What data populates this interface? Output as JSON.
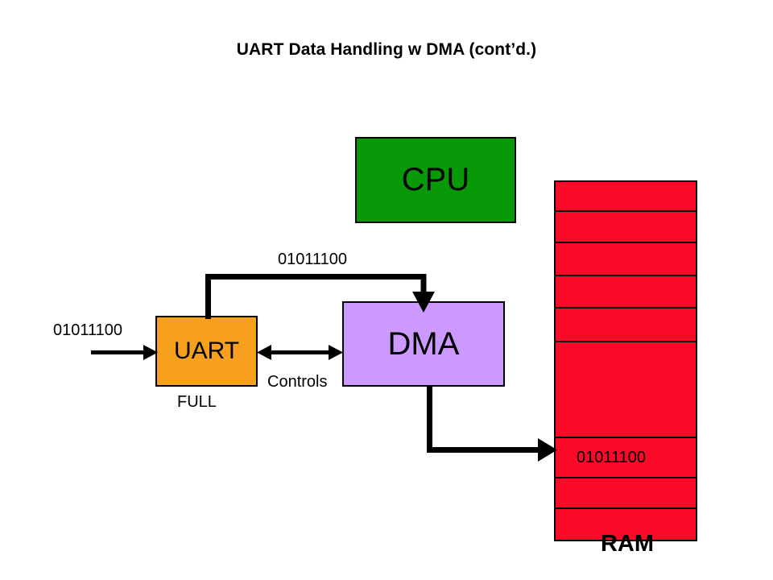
{
  "slide": {
    "title": "UART Data Handling w DMA (cont’d.)"
  },
  "blocks": {
    "cpu": {
      "label": "CPU",
      "color": "#089908"
    },
    "uart": {
      "label": "UART",
      "color": "#F7A01E"
    },
    "dma": {
      "label": "DMA",
      "color": "#CC99FF"
    },
    "ram": {
      "label": "RAM",
      "color": "#FA0A28"
    }
  },
  "ram_cells": [
    {
      "value": ""
    },
    {
      "value": ""
    },
    {
      "value": ""
    },
    {
      "value": ""
    },
    {
      "value": ""
    },
    {
      "value": ""
    },
    {
      "value": "01011100"
    },
    {
      "value": ""
    },
    {
      "value": ""
    }
  ],
  "labels": {
    "input_data": "01011100",
    "bus_data": "01011100",
    "controls": "Controls",
    "full": "FULL"
  },
  "arrows": {
    "serial_in": "serial-data-into-uart-arrow",
    "uart_dma_controls": "uart-dma-control-bidirectional-arrow",
    "uart_to_dma_data": "uart-to-dma-data-elbow-arrow",
    "dma_to_ram": "dma-to-ram-elbow-arrow"
  }
}
